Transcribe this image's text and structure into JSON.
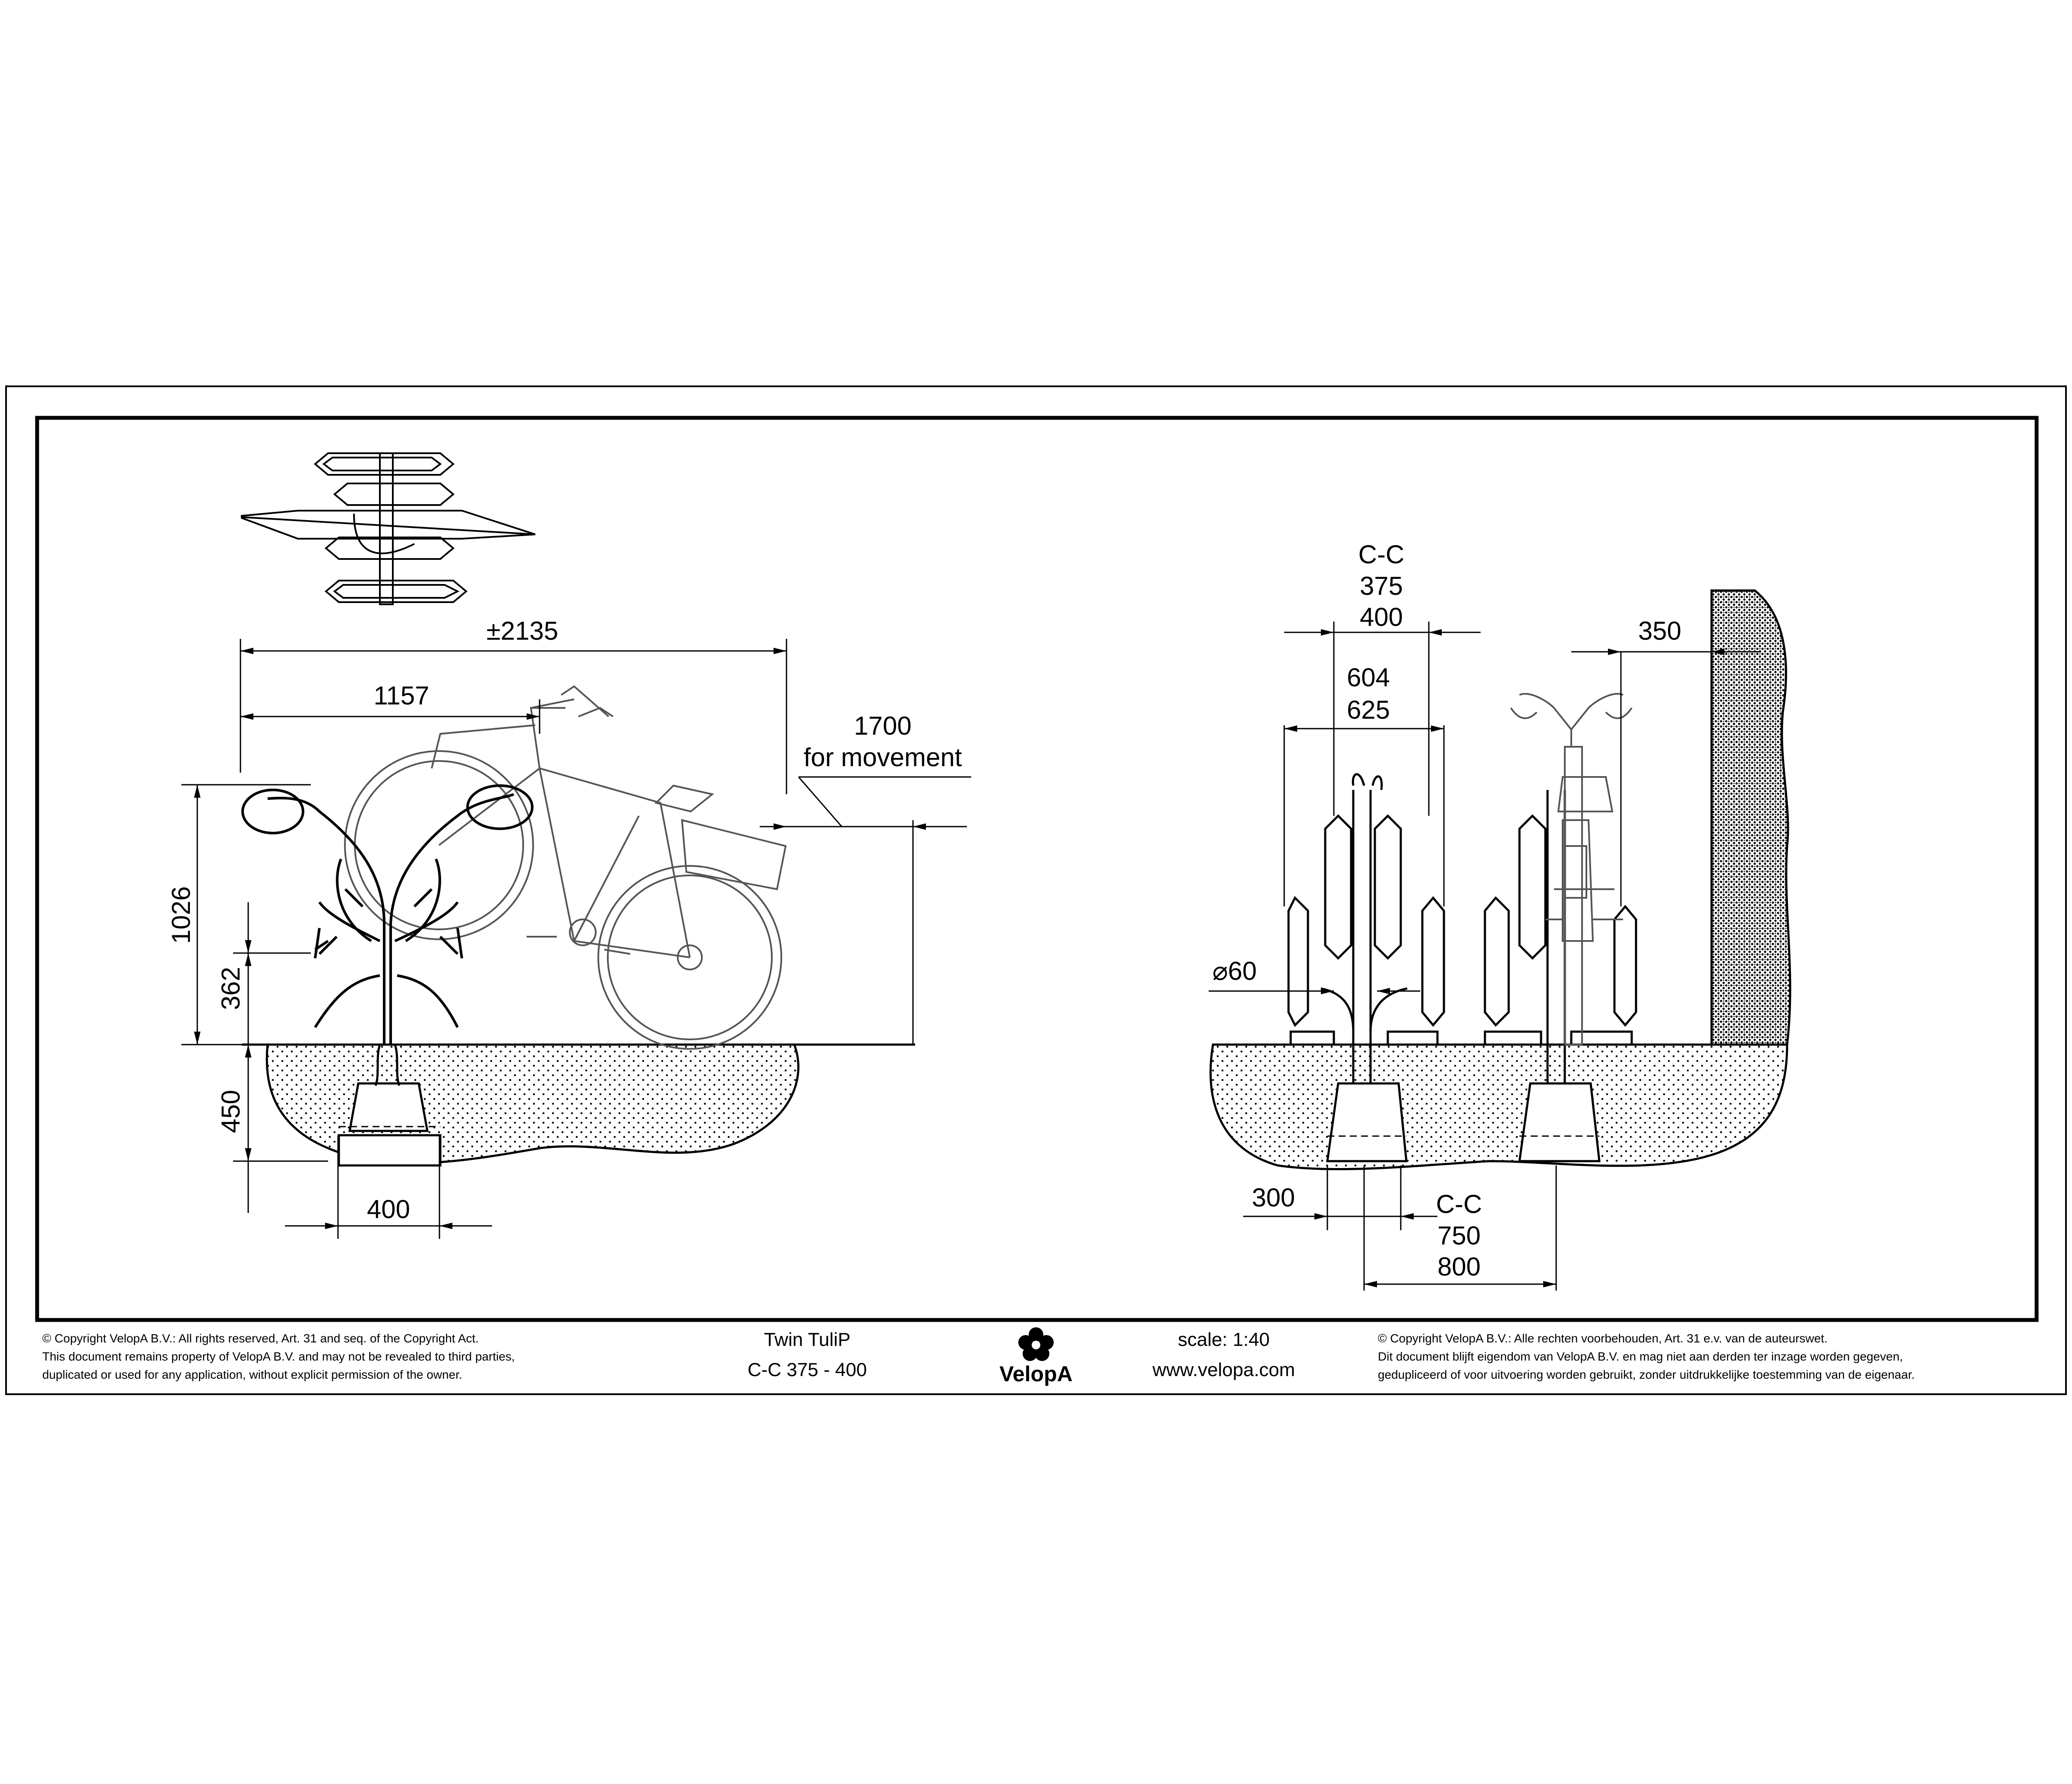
{
  "side_view": {
    "dim_total_length": "±2135",
    "dim_rack_length": "1157",
    "dim_movement": "1700",
    "dim_movement_note": "for movement",
    "dim_height": "1026",
    "dim_lower_height": "362",
    "dim_foundation_depth": "450",
    "dim_foundation_width": "400"
  },
  "front_view": {
    "cc_top_label": "C-C",
    "cc_top_value_1": "375",
    "cc_top_value_2": "400",
    "dim_width_1": "604",
    "dim_width_2": "625",
    "dim_wall_distance": "350",
    "dim_diameter": "⌀60",
    "dim_foundation": "300",
    "cc_bottom_label": "C-C",
    "cc_bottom_value_1": "750",
    "cc_bottom_value_2": "800"
  },
  "footer": {
    "copyright_en_line1": "©  Copyright VelopA B.V.: All rights reserved, Art. 31 and seq. of the Copyright Act.",
    "copyright_en_line2": "This document remains property of VelopA B.V. and may not be revealed to third parties,",
    "copyright_en_line3": "duplicated or used for any application, without explicit permission of the owner.",
    "product_name": "Twin TuliP",
    "product_variant": "C-C 375 - 400",
    "logo_text": "VelopA",
    "scale": "scale: 1:40",
    "website": "www.velopa.com",
    "copyright_nl_line1": "©  Copyright VelopA B.V.: Alle rechten voorbehouden, Art. 31 e.v. van de auteurswet.",
    "copyright_nl_line2": "Dit document blijft eigendom van VelopA B.V. en mag niet aan derden ter inzage worden gegeven,",
    "copyright_nl_line3": "gedupliceerd of voor uitvoering worden gebruikt, zonder uitdrukkelijke toestemming van de eigenaar."
  },
  "colors": {
    "line": "#000000",
    "bicycle": "#555555",
    "paper": "#ffffff"
  }
}
